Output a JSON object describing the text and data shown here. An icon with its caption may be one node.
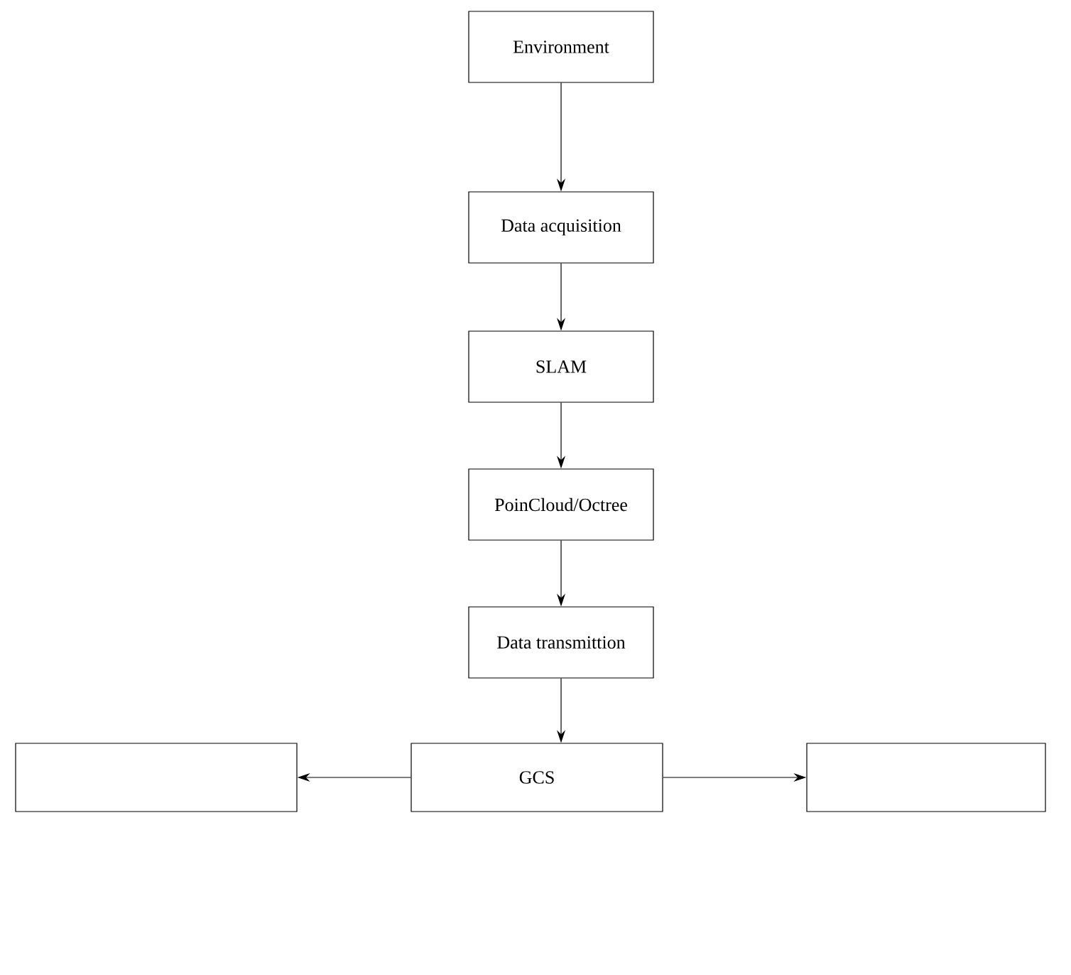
{
  "diagram": {
    "nodes": [
      {
        "text": [
          "Environment"
        ]
      },
      {
        "text": [
          "Data acquisition"
        ]
      },
      {
        "text": [
          "SLAM"
        ]
      },
      {
        "text": [
          "PoinCloud/Octree"
        ]
      },
      {
        "text": [
          "Data transmittion"
        ]
      },
      {
        "text": [
          "GCS"
        ]
      },
      {
        "text": [],
        "shape": "box"
      },
      {
        "text": [],
        "shape": "box"
      }
    ],
    "edges": [
      {
        "from": 0,
        "to": 1,
        "arrow": "to"
      },
      {
        "from": 1,
        "to": 2,
        "arrow": "to"
      },
      {
        "from": 2,
        "to": 3,
        "arrow": "to"
      },
      {
        "from": 3,
        "to": 4,
        "arrow": "to"
      },
      {
        "from": 4,
        "to": 5,
        "arrow": "to"
      },
      {
        "from": 5,
        "to": 6,
        "arrow": "to"
      },
      {
        "from": 5,
        "to": 7,
        "arrow": "to"
      }
    ]
  }
}
